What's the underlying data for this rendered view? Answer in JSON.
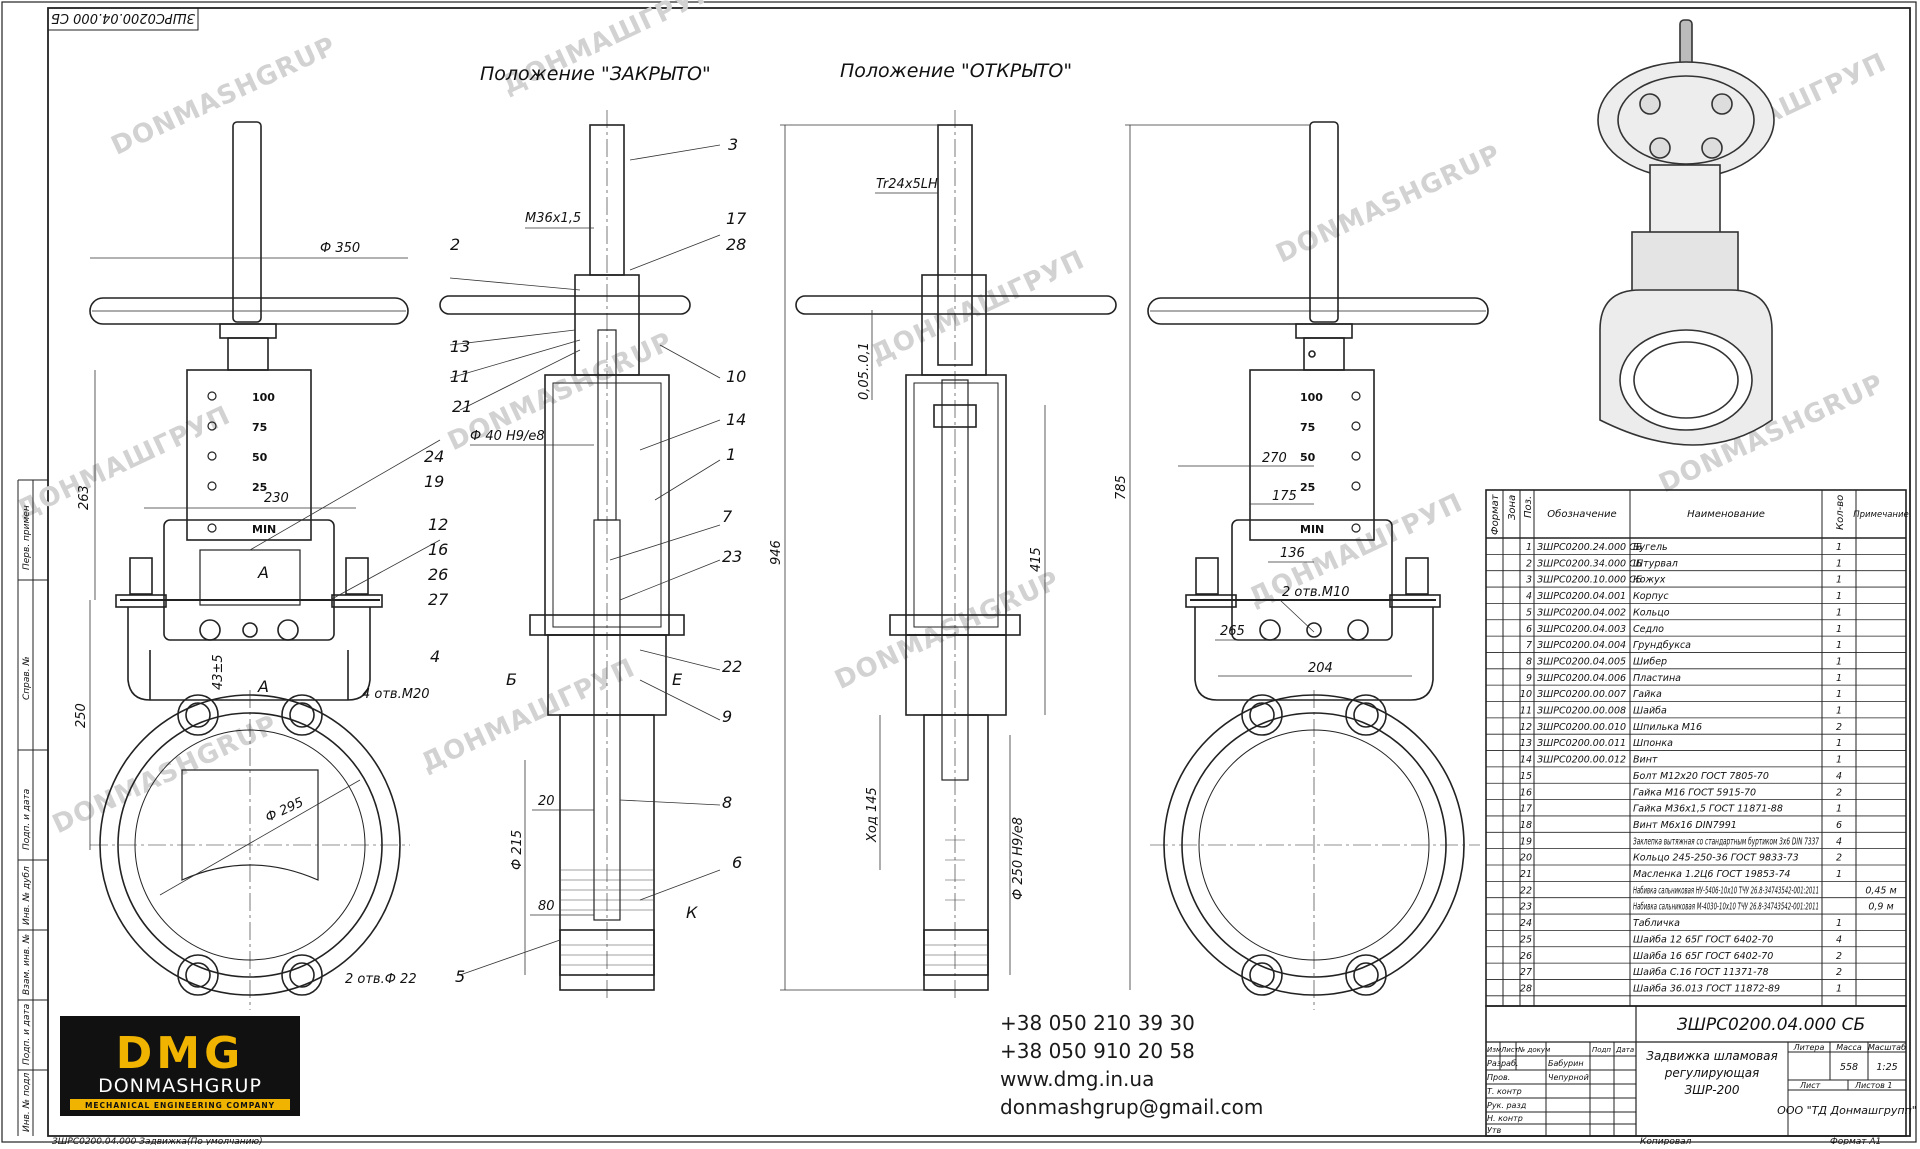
{
  "document": {
    "doc_code_top": "ЗШРС0200.04.000 СБ",
    "title_closed": "Положение \"ЗАКРЫТО\"",
    "title_open": "Положение \"ОТКРЫТО\"",
    "watermark_latin": "DONMASHGRUP",
    "watermark_cyrillic": "ДОНМАШГРУП",
    "bottom_left_note": "ЗШРС0200.04.000 Задвижка(По умолчанию)",
    "bottom_copied": "Копировал",
    "bottom_format": "Формат А1"
  },
  "left_view": {
    "scale_labels": [
      "100",
      "75",
      "50",
      "25",
      "MIN"
    ],
    "dims": {
      "handwheel": "Ф 350",
      "height_top": "263",
      "width_plate": "230",
      "height_body": "250",
      "small_dim": "43±5",
      "bore": "Ф 295",
      "holes_top": "4 отв.М20",
      "holes_bottom": "2 отв.Ф 22",
      "section_letter": "А"
    },
    "callouts": [
      "24",
      "19",
      "12",
      "16",
      "26",
      "27",
      "4"
    ]
  },
  "section_closed": {
    "dims": {
      "thread": "М36х1,5",
      "fit": "Ф 40 H9/e8",
      "d215": "Ф 215",
      "d20": "20",
      "d80": "80",
      "letter_b": "Б",
      "letter_e": "Е",
      "letter_k": "К"
    },
    "callouts_left": [
      "2",
      "13",
      "11",
      "21",
      "5"
    ],
    "callouts_right": [
      "3",
      "17",
      "28",
      "10",
      "14",
      "1",
      "7",
      "23",
      "22",
      "9",
      "8",
      "6"
    ]
  },
  "section_open": {
    "dims": {
      "thread": "Tr24x5LH",
      "gap": "0,05..0,1",
      "overall": "946",
      "stroke_h": "415",
      "stroke": "Ход 145",
      "fit": "Ф 250 H9/e8"
    }
  },
  "right_view": {
    "scale_labels": [
      "100",
      "75",
      "50",
      "25",
      "MIN"
    ],
    "dims": {
      "height": "785",
      "w270": "270",
      "w175": "175",
      "w136": "136",
      "w265": "265",
      "w204": "204",
      "holes": "2 отв.М10"
    }
  },
  "spec_table": {
    "headers": [
      "Формат",
      "Зона",
      "Поз.",
      "Обозначение",
      "Наименование",
      "Кол-во",
      "Примечание"
    ],
    "rows": [
      {
        "pos": "1",
        "code": "ЗШРС0200.24.000 СБ",
        "name": "Бугель",
        "qty": "1",
        "note": ""
      },
      {
        "pos": "2",
        "code": "ЗШРС0200.34.000 СБ",
        "name": "Штурвал",
        "qty": "1",
        "note": ""
      },
      {
        "pos": "3",
        "code": "ЗШРС0200.10.000 СБ",
        "name": "Кожух",
        "qty": "1",
        "note": ""
      },
      {
        "pos": "4",
        "code": "ЗШРС0200.04.001",
        "name": "Корпус",
        "qty": "1",
        "note": ""
      },
      {
        "pos": "5",
        "code": "ЗШРС0200.04.002",
        "name": "Кольцо",
        "qty": "1",
        "note": ""
      },
      {
        "pos": "6",
        "code": "ЗШРС0200.04.003",
        "name": "Седло",
        "qty": "1",
        "note": ""
      },
      {
        "pos": "7",
        "code": "ЗШРС0200.04.004",
        "name": "Грундбукса",
        "qty": "1",
        "note": ""
      },
      {
        "pos": "8",
        "code": "ЗШРС0200.04.005",
        "name": "Шибер",
        "qty": "1",
        "note": ""
      },
      {
        "pos": "9",
        "code": "ЗШРС0200.04.006",
        "name": "Пластина",
        "qty": "1",
        "note": ""
      },
      {
        "pos": "10",
        "code": "ЗШРС0200.00.007",
        "name": "Гайка",
        "qty": "1",
        "note": ""
      },
      {
        "pos": "11",
        "code": "ЗШРС0200.00.008",
        "name": "Шайба",
        "qty": "1",
        "note": ""
      },
      {
        "pos": "12",
        "code": "ЗШРС0200.00.010",
        "name": "Шпилька М16",
        "qty": "2",
        "note": ""
      },
      {
        "pos": "13",
        "code": "ЗШРС0200.00.011",
        "name": "Шпонка",
        "qty": "1",
        "note": ""
      },
      {
        "pos": "14",
        "code": "ЗШРС0200.00.012",
        "name": "Винт",
        "qty": "1",
        "note": ""
      },
      {
        "pos": "15",
        "code": "",
        "name": "Болт М12х20 ГОСТ 7805-70",
        "qty": "4",
        "note": ""
      },
      {
        "pos": "16",
        "code": "",
        "name": "Гайка М16 ГОСТ 5915-70",
        "qty": "2",
        "note": ""
      },
      {
        "pos": "17",
        "code": "",
        "name": "Гайка М36х1,5 ГОСТ 11871-88",
        "qty": "1",
        "note": ""
      },
      {
        "pos": "18",
        "code": "",
        "name": "Винт М6х16 DIN7991",
        "qty": "6",
        "note": ""
      },
      {
        "pos": "19",
        "code": "",
        "name": "Заклепка вытяжная со стандартным буртиком 3х6 DIN 7337",
        "qty": "4",
        "note": ""
      },
      {
        "pos": "20",
        "code": "",
        "name": "Кольцо 245-250-36 ГОСТ 9833-73",
        "qty": "2",
        "note": ""
      },
      {
        "pos": "21",
        "code": "",
        "name": "Масленка 1.2Ц6 ГОСТ 19853-74",
        "qty": "1",
        "note": ""
      },
      {
        "pos": "22",
        "code": "",
        "name": "Набивка сальниковая НУ-5406-10х10 ТЧУ 26.8-34743542-001:2011",
        "qty": "",
        "note": "0,45 м"
      },
      {
        "pos": "23",
        "code": "",
        "name": "Набивка сальниковая М-4030-10х10 ТЧУ 26.8-34743542-001:2011",
        "qty": "",
        "note": "0,9 м"
      },
      {
        "pos": "24",
        "code": "",
        "name": "Табличка",
        "qty": "1",
        "note": ""
      },
      {
        "pos": "25",
        "code": "",
        "name": "Шайба 12 65Г ГОСТ 6402-70",
        "qty": "4",
        "note": ""
      },
      {
        "pos": "26",
        "code": "",
        "name": "Шайба 16 65Г ГОСТ 6402-70",
        "qty": "2",
        "note": ""
      },
      {
        "pos": "27",
        "code": "",
        "name": "Шайба С.16 ГОСТ 11371-78",
        "qty": "2",
        "note": ""
      },
      {
        "pos": "28",
        "code": "",
        "name": "Шайба 36.013 ГОСТ 11872-89",
        "qty": "1",
        "note": ""
      }
    ]
  },
  "title_block": {
    "doc_code": "ЗШРС0200.04.000 СБ",
    "product_line1": "Задвижка шламовая",
    "product_line2": "регулирующая",
    "product_line3": "ЗШР-200",
    "col_lit": "Литера",
    "col_mass": "Масса",
    "col_scale": "Масштаб",
    "mass": "558",
    "scale": "1:25",
    "sheet": "Лист",
    "sheets": "Листов 1",
    "company": "ООО \"ТД Донмашгрупп\"",
    "rows_labels": [
      "Изм",
      "Лист",
      "№ докум",
      "Подп",
      "Дата"
    ],
    "roles": [
      "Разраб.",
      "Пров.",
      "Т. контр",
      "Рук. разд",
      "Н. контр",
      "Утв"
    ],
    "names": [
      "Бабурин",
      "Чепурной"
    ]
  },
  "side_strip": [
    "Перв. примен",
    "Справ. №",
    "Подп. и дата",
    "Инв. № дубл",
    "Взам. инв. №",
    "Подп. и дата",
    "Инв. № подл"
  ],
  "contacts": {
    "phone1": "+38 050 210 39 30",
    "phone2": "+38 050 910 20 58",
    "site": "www.dmg.in.ua",
    "email": "donmashgrup@gmail.com"
  },
  "logo": {
    "mark": "DMG",
    "name": "DONMASHGRUP",
    "tagline": "MECHANICAL ENGINEERING COMPANY",
    "accent": "#f0b400"
  }
}
